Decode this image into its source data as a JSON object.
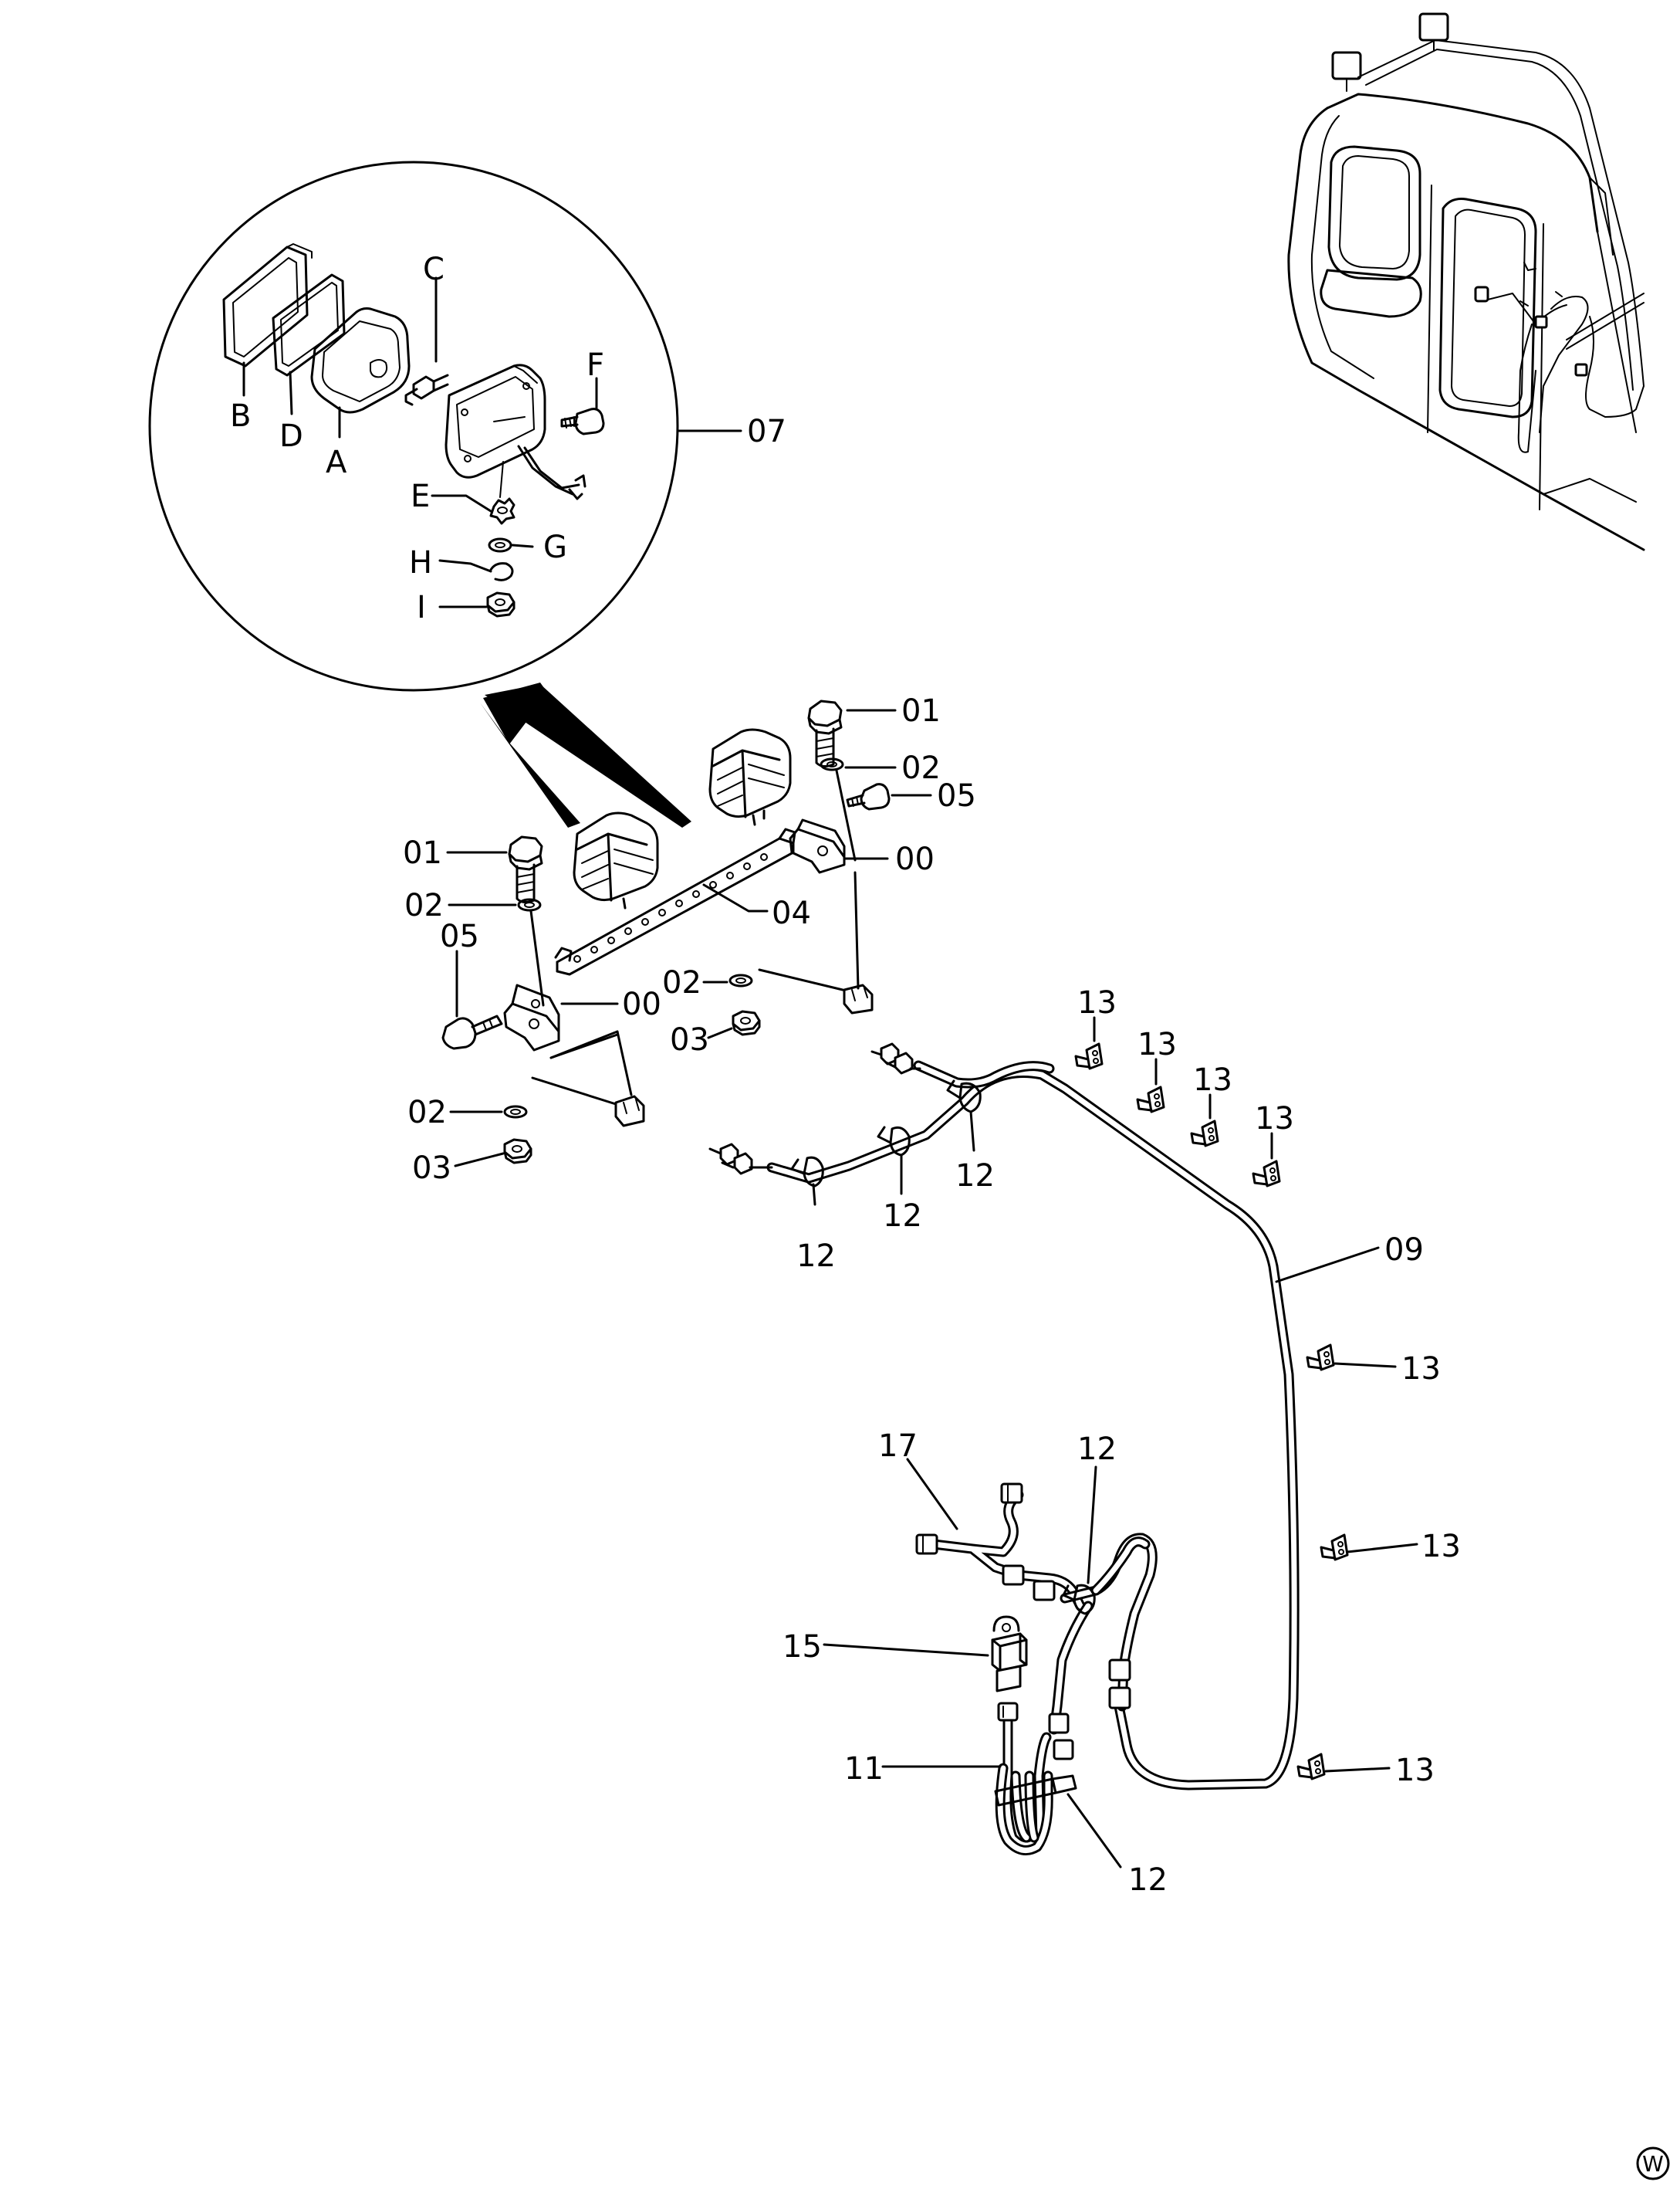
{
  "labels": {
    "p00": "00",
    "p01": "01",
    "p02": "02",
    "p03": "03",
    "p04": "04",
    "p05": "05",
    "p07": "07",
    "p09": "09",
    "p11": "11",
    "p12": "12",
    "p13": "13",
    "p15": "15",
    "p17": "17",
    "A": "A",
    "B": "B",
    "C": "C",
    "D": "D",
    "E": "E",
    "F": "F",
    "G": "G",
    "H": "H",
    "I": "I"
  },
  "corner_mark": "W"
}
